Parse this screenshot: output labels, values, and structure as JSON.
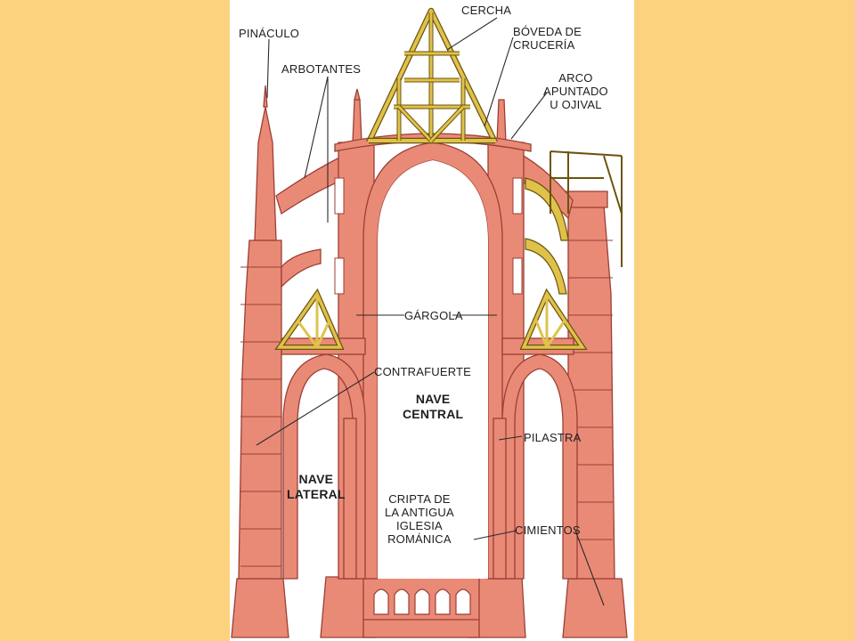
{
  "colors": {
    "background": "#fdd27f",
    "panel": "#ffffff",
    "stone": "#e98a77",
    "stone_dark": "#9c3f34",
    "stone_light": "#f3a796",
    "timber": "#e0c24a",
    "timber_dark": "#6b5410",
    "leader": "#2a2a2a"
  },
  "labels": {
    "cercha": "CERCHA",
    "boveda_l1": "BÓVEDA DE",
    "boveda_l2": "CRUCERÍA",
    "pinaculo": "PINÁCULO",
    "arbotantes": "ARBOTANTES",
    "arco_l1": "ARCO",
    "arco_l2": "APUNTADO",
    "arco_l3": "U OJIVAL",
    "gargola": "GÁRGOLA",
    "contrafuerte": "CONTRAFUERTE",
    "nave_central_l1": "NAVE",
    "nave_central_l2": "CENTRAL",
    "pilastra": "PILASTRA",
    "nave_lateral_l1": "NAVE",
    "nave_lateral_l2": "LATERAL",
    "cripta_l1": "CRIPTA DE",
    "cripta_l2": "LA ANTIGUA",
    "cripta_l3": "IGLESIA",
    "cripta_l4": "ROMÁNICA",
    "cimientos": "CIMIENTOS"
  }
}
